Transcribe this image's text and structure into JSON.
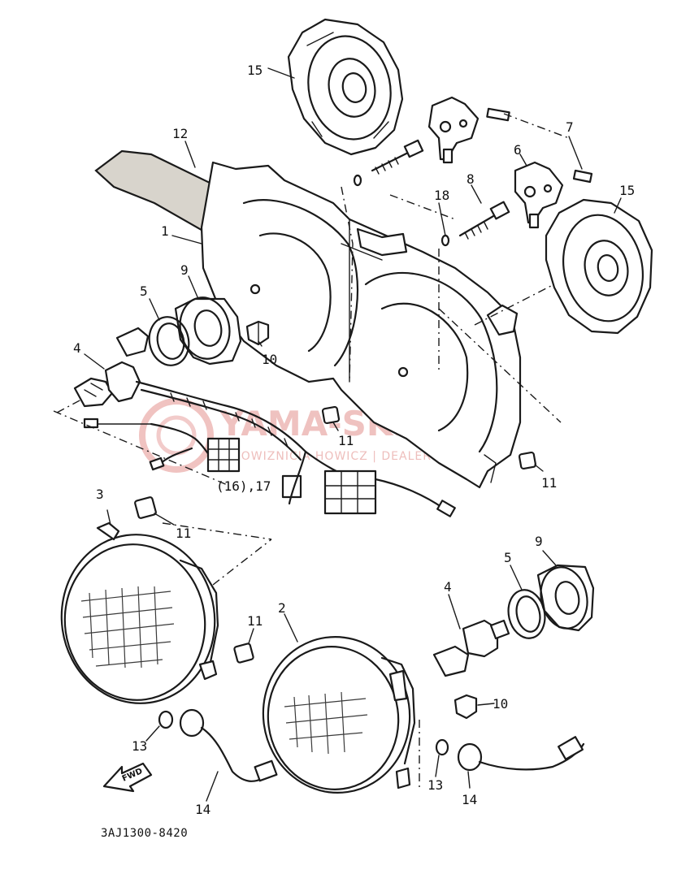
{
  "watermark": {
    "title": "YAMA-SKLEP.PL",
    "subtitle": "DOWIZNICIA HOWICZ | DEALER YAMAHA",
    "color": "#e9a9a6"
  },
  "diagram_code": "3AJ1300-8420",
  "fwd_label": "FWD",
  "callouts": {
    "c15a": "15",
    "c15b": "15",
    "c12": "12",
    "c7": "7",
    "c6": "6",
    "c8": "8",
    "c18": "18",
    "c1": "1",
    "c9a": "9",
    "c5a": "5",
    "c4a": "4",
    "c10a": "10",
    "c11a": "11",
    "c1617": "(16),17",
    "c11b": "11",
    "c3": "3",
    "c11c": "11",
    "c9b": "9",
    "c5b": "5",
    "c4b": "4",
    "c2": "2",
    "c11d": "11",
    "c10b": "10",
    "c13a": "13",
    "c13b": "13",
    "c14a": "14",
    "c14b": "14"
  }
}
